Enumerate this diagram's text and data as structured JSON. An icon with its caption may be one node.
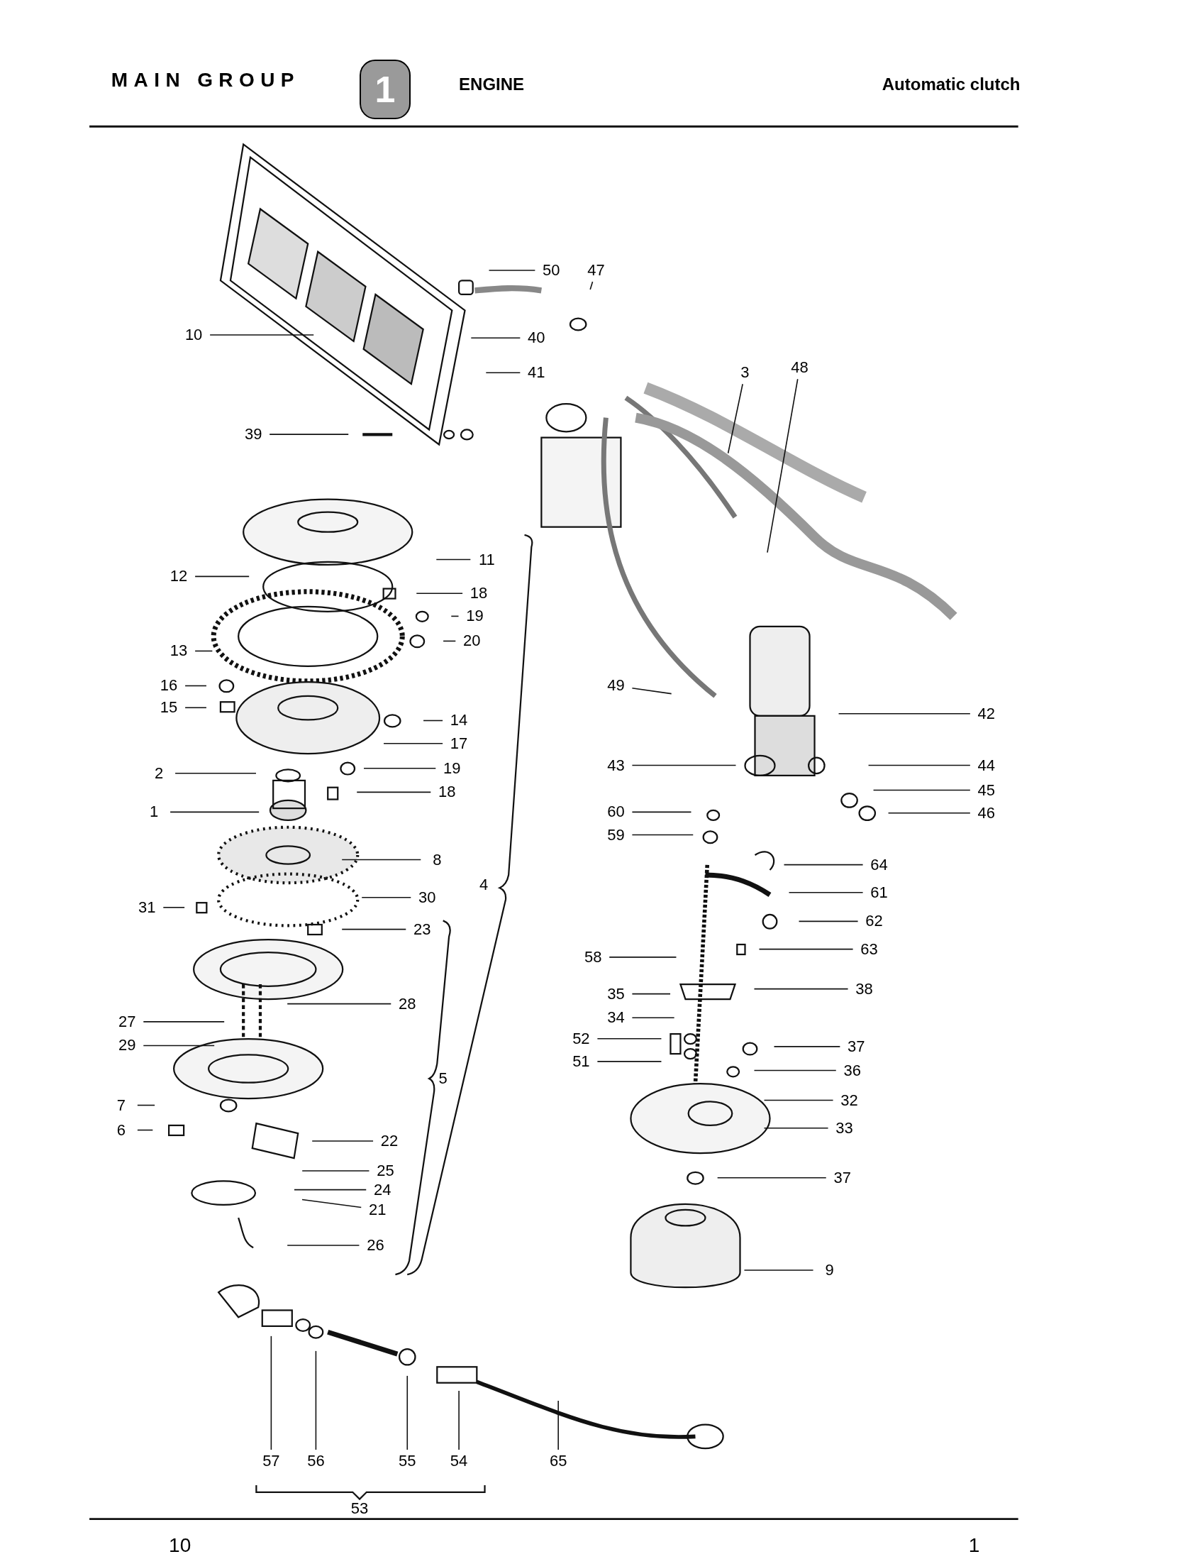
{
  "diagram": {
    "nodes": [
      {
        "text": [
          "50"
        ]
      },
      {
        "text": [
          "47"
        ]
      },
      {
        "text": [
          "10"
        ]
      },
      {
        "text": [
          "40"
        ]
      },
      {
        "text": [
          "3"
        ]
      },
      {
        "text": [
          "48"
        ]
      },
      {
        "text": [
          "41"
        ]
      },
      {
        "text": [
          "39"
        ]
      },
      {
        "text": [
          "11"
        ]
      },
      {
        "text": [
          "12"
        ]
      },
      {
        "text": [
          "18"
        ]
      },
      {
        "text": [
          "19"
        ]
      },
      {
        "text": [
          "20"
        ]
      },
      {
        "text": [
          "13"
        ]
      },
      {
        "text": [
          "49"
        ]
      },
      {
        "text": [
          "16"
        ]
      },
      {
        "text": [
          "15"
        ]
      },
      {
        "text": [
          "42"
        ]
      },
      {
        "text": [
          "14"
        ]
      },
      {
        "text": [
          "17"
        ]
      },
      {
        "text": [
          "43"
        ]
      },
      {
        "text": [
          "44"
        ]
      },
      {
        "text": [
          "19"
        ]
      },
      {
        "text": [
          "2"
        ]
      },
      {
        "text": [
          "45"
        ]
      },
      {
        "text": [
          "18"
        ]
      },
      {
        "text": [
          "60"
        ]
      },
      {
        "text": [
          "1"
        ]
      },
      {
        "text": [
          "46"
        ]
      },
      {
        "text": [
          "59"
        ]
      },
      {
        "text": [
          "8"
        ]
      },
      {
        "text": [
          "64"
        ]
      },
      {
        "text": [
          "61"
        ]
      },
      {
        "text": [
          "30"
        ]
      },
      {
        "text": [
          "31"
        ]
      },
      {
        "text": [
          "62"
        ]
      },
      {
        "text": [
          "23"
        ]
      },
      {
        "text": [
          "63"
        ]
      },
      {
        "text": [
          "58"
        ]
      },
      {
        "text": [
          "38"
        ]
      },
      {
        "text": [
          "35"
        ]
      },
      {
        "text": [
          "28"
        ]
      },
      {
        "text": [
          "34"
        ]
      },
      {
        "text": [
          "27"
        ]
      },
      {
        "text": [
          "52"
        ]
      },
      {
        "text": [
          "29"
        ]
      },
      {
        "text": [
          "37"
        ]
      },
      {
        "text": [
          "51"
        ]
      },
      {
        "text": [
          "36"
        ]
      },
      {
        "text": [
          "32"
        ]
      },
      {
        "text": [
          "7"
        ]
      },
      {
        "text": [
          "33"
        ]
      },
      {
        "text": [
          "6"
        ]
      },
      {
        "text": [
          "22"
        ]
      },
      {
        "text": [
          "25"
        ]
      },
      {
        "text": [
          "37"
        ]
      },
      {
        "text": [
          "24"
        ]
      },
      {
        "text": [
          "21"
        ]
      },
      {
        "text": [
          "26"
        ]
      },
      {
        "text": [
          "9"
        ]
      },
      {
        "text": [
          "57"
        ]
      },
      {
        "text": [
          "56"
        ]
      },
      {
        "text": [
          "55"
        ]
      },
      {
        "text": [
          "54"
        ]
      },
      {
        "text": [
          "65"
        ]
      }
    ],
    "edges": [
      {
        "from": 0,
        "to": null,
        "arrow": "none"
      },
      {
        "from": 1,
        "to": null,
        "arrow": "none"
      },
      {
        "from": 2,
        "to": null,
        "arrow": "none"
      },
      {
        "from": 3,
        "to": null,
        "arrow": "none"
      },
      {
        "from": 4,
        "to": null,
        "arrow": "none"
      },
      {
        "from": 5,
        "to": null,
        "arrow": "none"
      },
      {
        "from": 6,
        "to": null,
        "arrow": "none"
      },
      {
        "from": 7,
        "to": null,
        "arrow": "none"
      },
      {
        "from": 8,
        "to": null,
        "arrow": "none"
      },
      {
        "from": 9,
        "to": null,
        "arrow": "none"
      },
      {
        "from": 10,
        "to": null,
        "arrow": "none"
      },
      {
        "from": 11,
        "to": null,
        "arrow": "none"
      },
      {
        "from": 12,
        "to": null,
        "arrow": "none"
      },
      {
        "from": 13,
        "to": null,
        "arrow": "none"
      },
      {
        "from": 14,
        "to": null,
        "arrow": "none"
      },
      {
        "from": 15,
        "to": null,
        "arrow": "none"
      },
      {
        "from": 16,
        "to": null,
        "arrow": "none"
      },
      {
        "from": 17,
        "to": null,
        "arrow": "none"
      },
      {
        "from": 18,
        "to": null,
        "arrow": "none"
      },
      {
        "from": 19,
        "to": null,
        "arrow": "none"
      },
      {
        "from": 20,
        "to": null,
        "arrow": "none"
      },
      {
        "from": 21,
        "to": null,
        "arrow": "none"
      },
      {
        "from": 22,
        "to": null,
        "arrow": "none"
      },
      {
        "from": 23,
        "to": null,
        "arrow": "none"
      },
      {
        "from": 24,
        "to": null,
        "arrow": "none"
      },
      {
        "from": 25,
        "to": null,
        "arrow": "none"
      },
      {
        "from": 26,
        "to": null,
        "arrow": "none"
      },
      {
        "from": 27,
        "to": null,
        "arrow": "none"
      },
      {
        "from": 28,
        "to": null,
        "arrow": "none"
      },
      {
        "from": 29,
        "to": null,
        "arrow": "none"
      },
      {
        "from": 30,
        "to": null,
        "arrow": "none"
      },
      {
        "from": 31,
        "to": null,
        "arrow": "none"
      },
      {
        "from": 32,
        "to": null,
        "arrow": "none"
      },
      {
        "from": 33,
        "to": null,
        "arrow": "none"
      },
      {
        "from": 34,
        "to": null,
        "arrow": "none"
      },
      {
        "from": 35,
        "to": null,
        "arrow": "none"
      },
      {
        "from": 36,
        "to": null,
        "arrow": "none"
      },
      {
        "from": 37,
        "to": null,
        "arrow": "none"
      },
      {
        "from": 38,
        "to": null,
        "arrow": "none"
      },
      {
        "from": 39,
        "to": null,
        "arrow": "none"
      },
      {
        "from": 40,
        "to": null,
        "arrow": "none"
      },
      {
        "from": 41,
        "to": null,
        "arrow": "none"
      },
      {
        "from": 42,
        "to": null,
        "arrow": "none"
      },
      {
        "from": 43,
        "to": null,
        "arrow": "none"
      },
      {
        "from": 44,
        "to": null,
        "arrow": "none"
      },
      {
        "from": 45,
        "to": null,
        "arrow": "none"
      },
      {
        "from": 46,
        "to": null,
        "arrow": "none"
      },
      {
        "from": 47,
        "to": null,
        "arrow": "none"
      },
      {
        "from": 48,
        "to": null,
        "arrow": "none"
      },
      {
        "from": 49,
        "to": null,
        "arrow": "none"
      },
      {
        "from": 50,
        "to": null,
        "arrow": "none"
      },
      {
        "from": 51,
        "to": null,
        "arrow": "none"
      },
      {
        "from": 52,
        "to": null,
        "arrow": "none"
      },
      {
        "from": 53,
        "to": null,
        "arrow": "none"
      },
      {
        "from": 54,
        "to": null,
        "arrow": "none"
      },
      {
        "from": 55,
        "to": null,
        "arrow": "none"
      },
      {
        "from": 56,
        "to": null,
        "arrow": "none"
      },
      {
        "from": 57,
        "to": null,
        "arrow": "none"
      },
      {
        "from": 58,
        "to": null,
        "arrow": "none"
      },
      {
        "from": 59,
        "to": null,
        "arrow": "none"
      },
      {
        "from": 60,
        "to": null,
        "arrow": "none"
      },
      {
        "from": 61,
        "to": null,
        "arrow": "none"
      },
      {
        "from": 62,
        "to": null,
        "arrow": "none"
      },
      {
        "from": 63,
        "to": null,
        "arrow": "none"
      },
      {
        "from": 64,
        "to": null,
        "arrow": "none"
      }
    ],
    "labels": [
      "MAIN GROUP",
      "1",
      "ENGINE",
      "Automatic clutch",
      "4",
      "5",
      "53",
      "10",
      "1"
    ]
  }
}
